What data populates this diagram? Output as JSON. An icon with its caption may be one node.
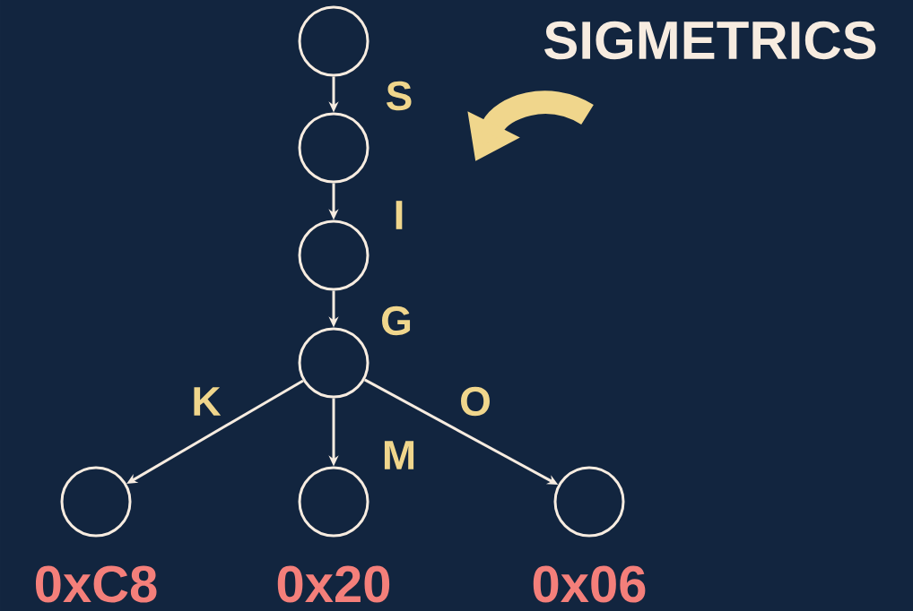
{
  "diagram": {
    "nodes": [
      {
        "text": [],
        "shape": "circle"
      },
      {
        "text": [],
        "shape": "circle"
      },
      {
        "text": [],
        "shape": "circle"
      },
      {
        "text": [],
        "shape": "circle"
      },
      {
        "text": [],
        "shape": "circle",
        "beside": [
          "0xC8"
        ]
      },
      {
        "text": [],
        "shape": "circle",
        "beside": [
          "0x20"
        ]
      },
      {
        "text": [],
        "shape": "circle",
        "beside": [
          "0x06"
        ]
      }
    ],
    "edges": [
      {
        "from": 0,
        "to": 1,
        "arrow": "to",
        "label": "S"
      },
      {
        "from": 1,
        "to": 2,
        "arrow": "to",
        "label": "I"
      },
      {
        "from": 2,
        "to": 3,
        "arrow": "to",
        "label": "G"
      },
      {
        "from": 3,
        "to": 4,
        "arrow": "to",
        "label": "K"
      },
      {
        "from": 3,
        "to": 5,
        "arrow": "to",
        "label": "M"
      },
      {
        "from": 3,
        "to": 6,
        "arrow": "to",
        "label": "O"
      }
    ],
    "labels": [
      "SIGMETRICS"
    ]
  }
}
